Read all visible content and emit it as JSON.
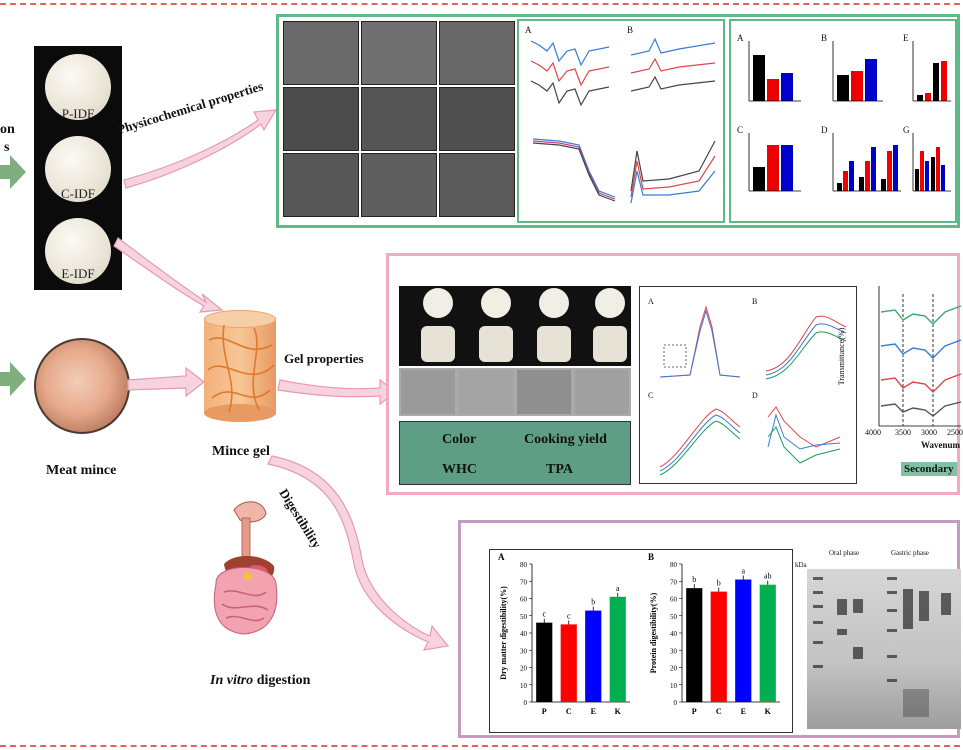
{
  "samples": {
    "labels": [
      "P-IDF",
      "C-IDF",
      "E-IDF"
    ],
    "left_cut_text": "on",
    "left_cut_text2": "s"
  },
  "flows": {
    "physicochemical": "Physicochemical properties",
    "gel": "Gel properties",
    "digestibility": "Digestibility"
  },
  "labels": {
    "meat_mince": "Meat mince",
    "mince_gel": "Mince gel",
    "in_vitro": "In vitro",
    "digestion": " digestion"
  },
  "gel_box": {
    "color": "Color",
    "cooking_yield": "Cooking yield",
    "whc": "WHC",
    "tpa": "TPA"
  },
  "ftir": {
    "ylabel": "Transmittance(%)",
    "xlabel": "Wavenum",
    "xticks": [
      "4000",
      "3500",
      "3000",
      "2500"
    ],
    "caption": "Secondary"
  },
  "panel_letters": [
    "A",
    "B",
    "C",
    "D",
    "E",
    "G"
  ],
  "digest": {
    "chartA": {
      "letter": "A",
      "ylabel": "Dry matter digestibility(%)",
      "yticks": [
        "0",
        "10",
        "20",
        "30",
        "40",
        "50",
        "60",
        "70",
        "80"
      ],
      "letters": [
        "c",
        "c",
        "b",
        "a"
      ]
    },
    "chartB": {
      "letter": "B",
      "ylabel": "Protein digestibility(%)",
      "yticks": [
        "0",
        "10",
        "20",
        "30",
        "40",
        "50",
        "60",
        "70",
        "80"
      ],
      "letters": [
        "b",
        "b",
        "a",
        "ab"
      ]
    },
    "categories": [
      "P",
      "C",
      "E",
      "K"
    ],
    "gel_header_oral": "Oral phase",
    "gel_header_gastric": "Gastric phase",
    "gel_kda": "kDa"
  },
  "chart_data": [
    {
      "type": "bar",
      "categories": [
        "P",
        "C",
        "E",
        "K"
      ],
      "values": [
        46,
        45,
        53,
        61
      ],
      "ylabel": "Dry matter digestibility(%)",
      "ylim": [
        0,
        80
      ],
      "colors": [
        "#000000",
        "#ff0000",
        "#0000ff",
        "#00b050"
      ]
    },
    {
      "type": "bar",
      "categories": [
        "P",
        "C",
        "E",
        "K"
      ],
      "values": [
        66,
        64,
        71,
        68
      ],
      "ylabel": "Protein digestibility(%)",
      "ylim": [
        0,
        80
      ],
      "colors": [
        "#000000",
        "#ff0000",
        "#0000ff",
        "#00b050"
      ]
    }
  ],
  "colors": {
    "green_border": "#5fb98a",
    "pink_border": "#f3a9c6",
    "purple_border": "#c79ac2",
    "arrow_pink": "#f0b6c8",
    "arrow_green": "#7fae7f",
    "dash": "#e0645a"
  }
}
